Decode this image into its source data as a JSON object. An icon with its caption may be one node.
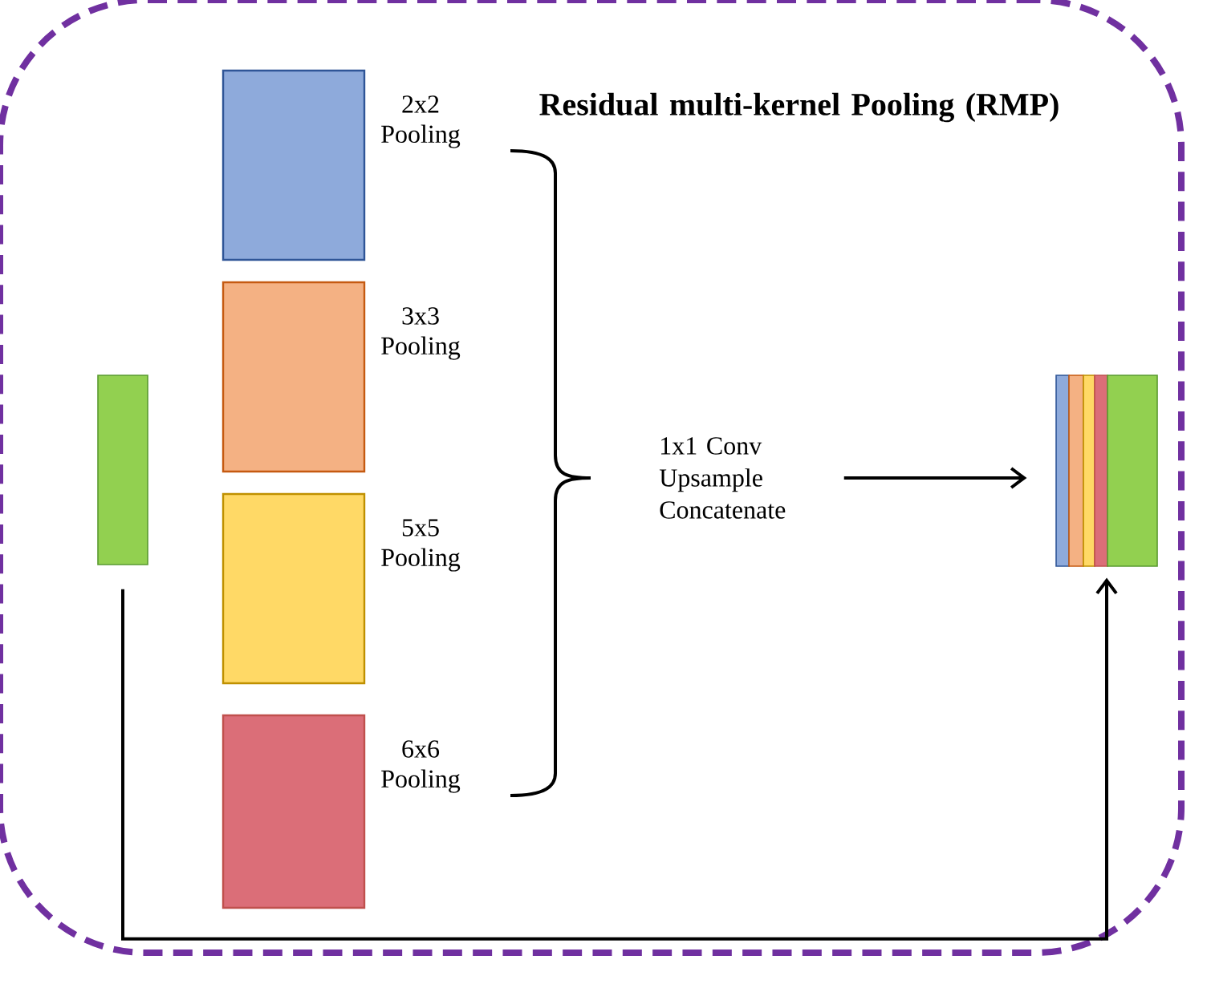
{
  "diagram": {
    "nodes": [
      {
        "text": [
          "Residual multi-kernel Pooling (RMP)"
        ]
      },
      {
        "text": [],
        "shape": "bar",
        "in": 0
      },
      {
        "text": [],
        "shape": "box",
        "beside": [
          "2x2 Pooling"
        ],
        "in": 0
      },
      {
        "text": [],
        "shape": "box",
        "beside": [
          "3x3 Pooling"
        ],
        "in": 0
      },
      {
        "text": [],
        "shape": "box",
        "beside": [
          "5x5 Pooling"
        ],
        "in": 0
      },
      {
        "text": [],
        "shape": "box",
        "beside": [
          "6x6 Pooling"
        ],
        "in": 0
      },
      {
        "text": [
          "1x1 Conv Upsample Concatenate"
        ],
        "in": 0
      },
      {
        "text": [],
        "shape": "bar",
        "in": 0
      }
    ],
    "edges": [
      {
        "from": 2,
        "to": 6,
        "arrow": "none"
      },
      {
        "from": 5,
        "to": 6,
        "arrow": "none"
      },
      {
        "from": 6,
        "to": 7,
        "arrow": "to"
      },
      {
        "from": 1,
        "to": 7,
        "arrow": "to"
      }
    ]
  }
}
